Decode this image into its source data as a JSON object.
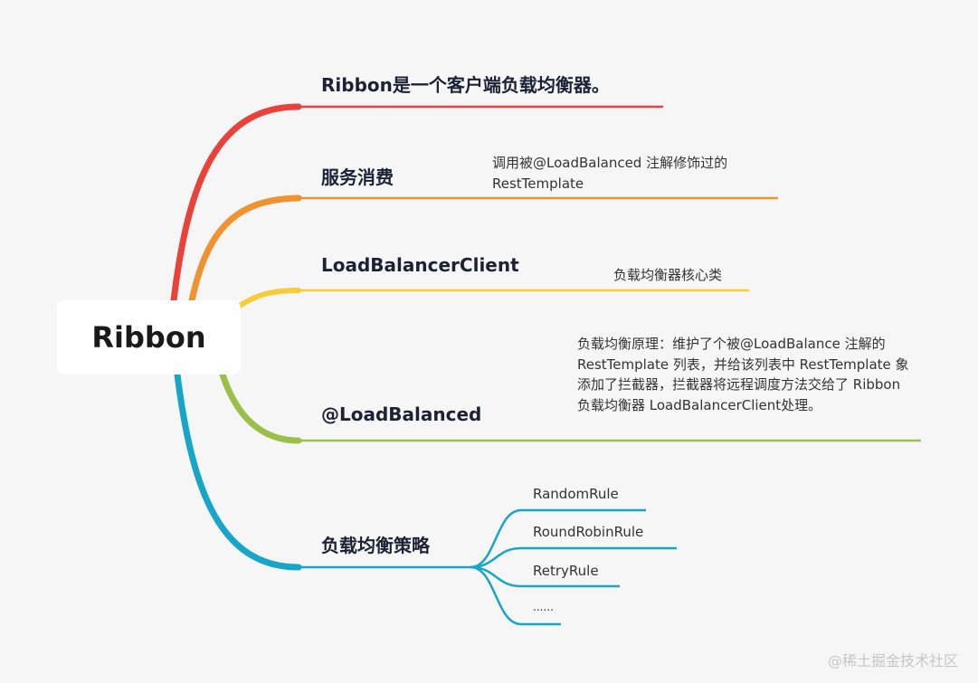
{
  "root": {
    "label": "Ribbon"
  },
  "branches": [
    {
      "label": "Ribbon是一个客户端负载均衡器。",
      "color": "#e8423a"
    },
    {
      "label": "服务消费",
      "color": "#f0922f",
      "note": "调用被@LoadBalanced 注解修饰过的 RestTemplate"
    },
    {
      "label": "LoadBalancerClient",
      "color": "#f7cc3a",
      "note": "负载均衡器核心类"
    },
    {
      "label": "@LoadBalanced",
      "color": "#9bc04a",
      "note": "负载均衡原理：维护了个被@LoadBalance 注解的 RestTemplate 列表，并给该列表中 RestTemplate 象添加了拦截器，拦截器将远程调度方法交给了 Ribbon 负载均衡器 LoadBalancerClient处理。"
    },
    {
      "label": "负载均衡策略",
      "color": "#17a5c8",
      "children": [
        "RandomRule",
        "RoundRobinRule",
        "RetryRule",
        "......"
      ]
    }
  ],
  "watermark": "@稀土掘金技术社区"
}
